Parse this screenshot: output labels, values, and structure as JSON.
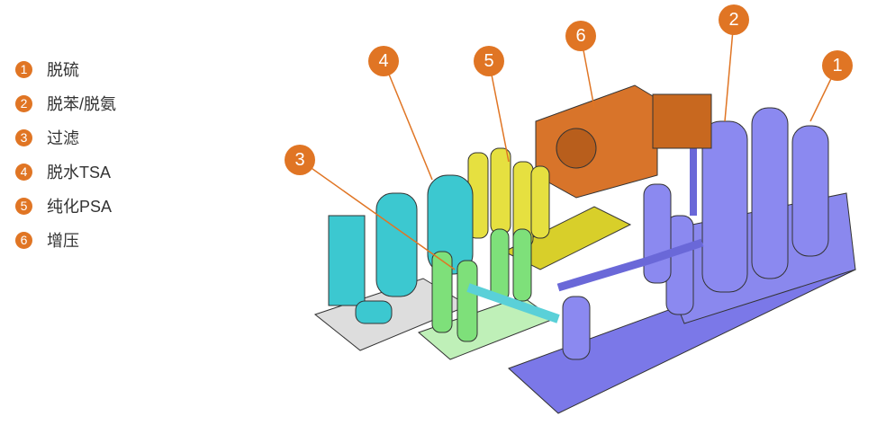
{
  "legend": [
    {
      "num": "1",
      "label": "脱硫"
    },
    {
      "num": "2",
      "label": "脱苯/脱氨"
    },
    {
      "num": "3",
      "label": "过滤"
    },
    {
      "num": "4",
      "label": "脱水TSA"
    },
    {
      "num": "5",
      "label": "纯化PSA"
    },
    {
      "num": "6",
      "label": "增压"
    }
  ],
  "colors": {
    "accent": "#e07524",
    "desulfur": "#7b78e8",
    "filter": "#7ee07a",
    "tsa": "#3cc8d0",
    "psa": "#e6e040",
    "booster": "#d8742a"
  }
}
